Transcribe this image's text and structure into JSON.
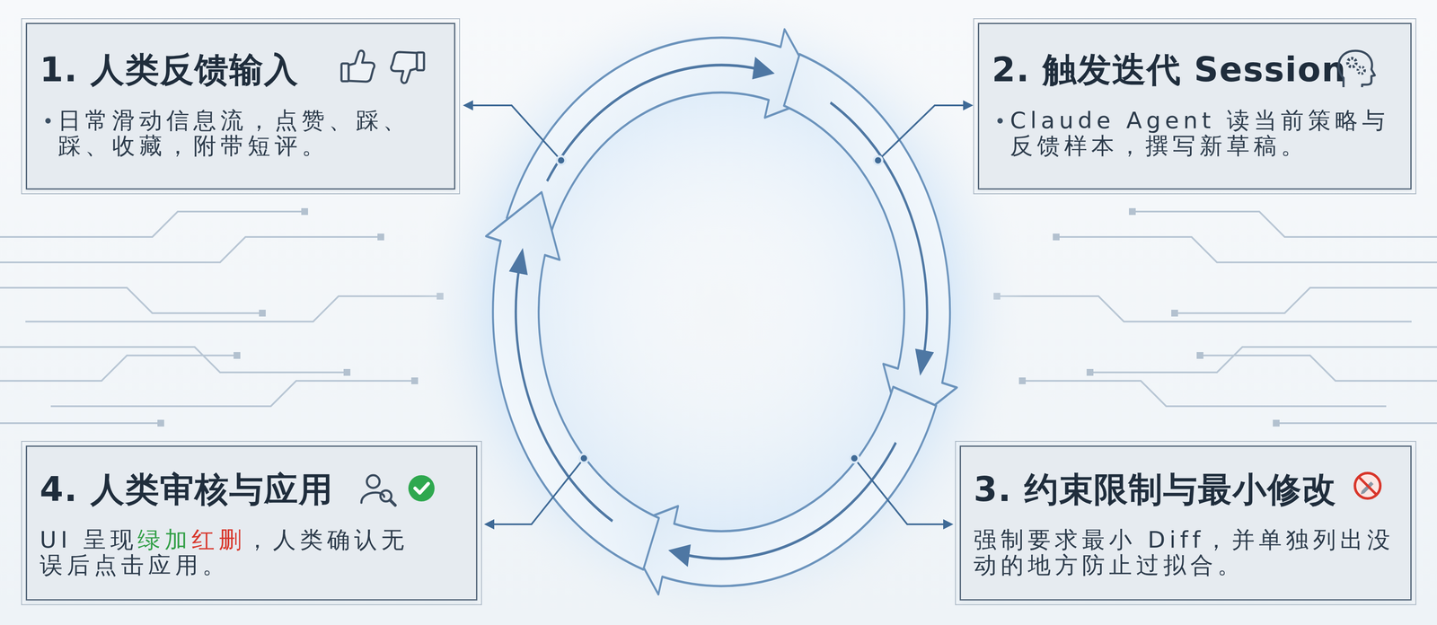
{
  "diagram": {
    "nodes": [
      {
        "text": [
          "1. 人类反馈输入",
          "日常滑动信息流，点赞、踩、踩、收藏，附带短评。"
        ]
      },
      {
        "text": [
          "2. 触发迭代 Session",
          "Claude Agent 读当前策略与反馈样本，撰写新草稿。"
        ]
      },
      {
        "text": [
          "3. 约束限制与最小修改",
          "强制要求最小 Diff，并单独列出没动的地方防止过拟合。"
        ]
      },
      {
        "text": [
          "4. 人类审核与应用",
          "UI 呈现绿加红删，人类确认无误后点击应用。"
        ]
      }
    ]
  }
}
